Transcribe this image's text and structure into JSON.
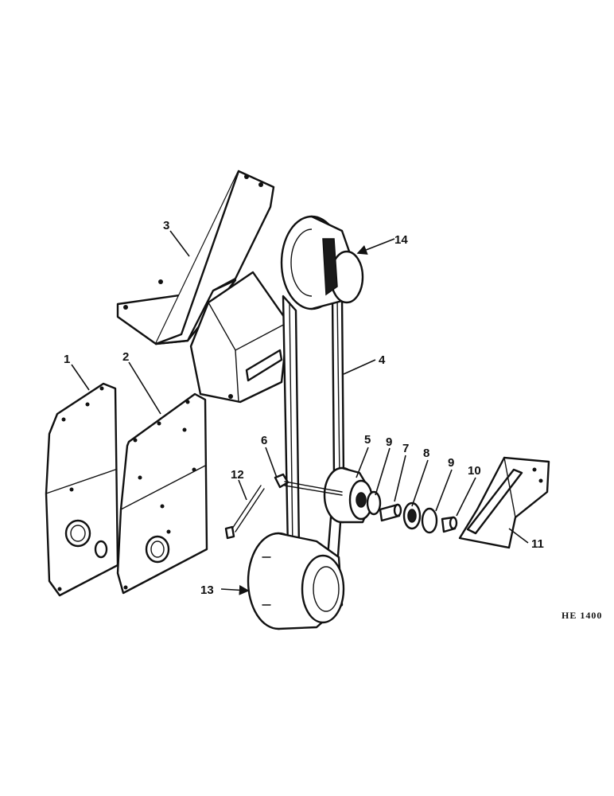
{
  "callouts": {
    "c1": "1",
    "c2": "2",
    "c3": "3",
    "c4": "4",
    "c5": "5",
    "c6": "6",
    "c7": "7",
    "c8": "8",
    "c9a": "9",
    "c9b": "9",
    "c10": "10",
    "c11": "11",
    "c12": "12",
    "c13": "13",
    "c14": "14"
  },
  "drawing_ref": "HE 1400"
}
